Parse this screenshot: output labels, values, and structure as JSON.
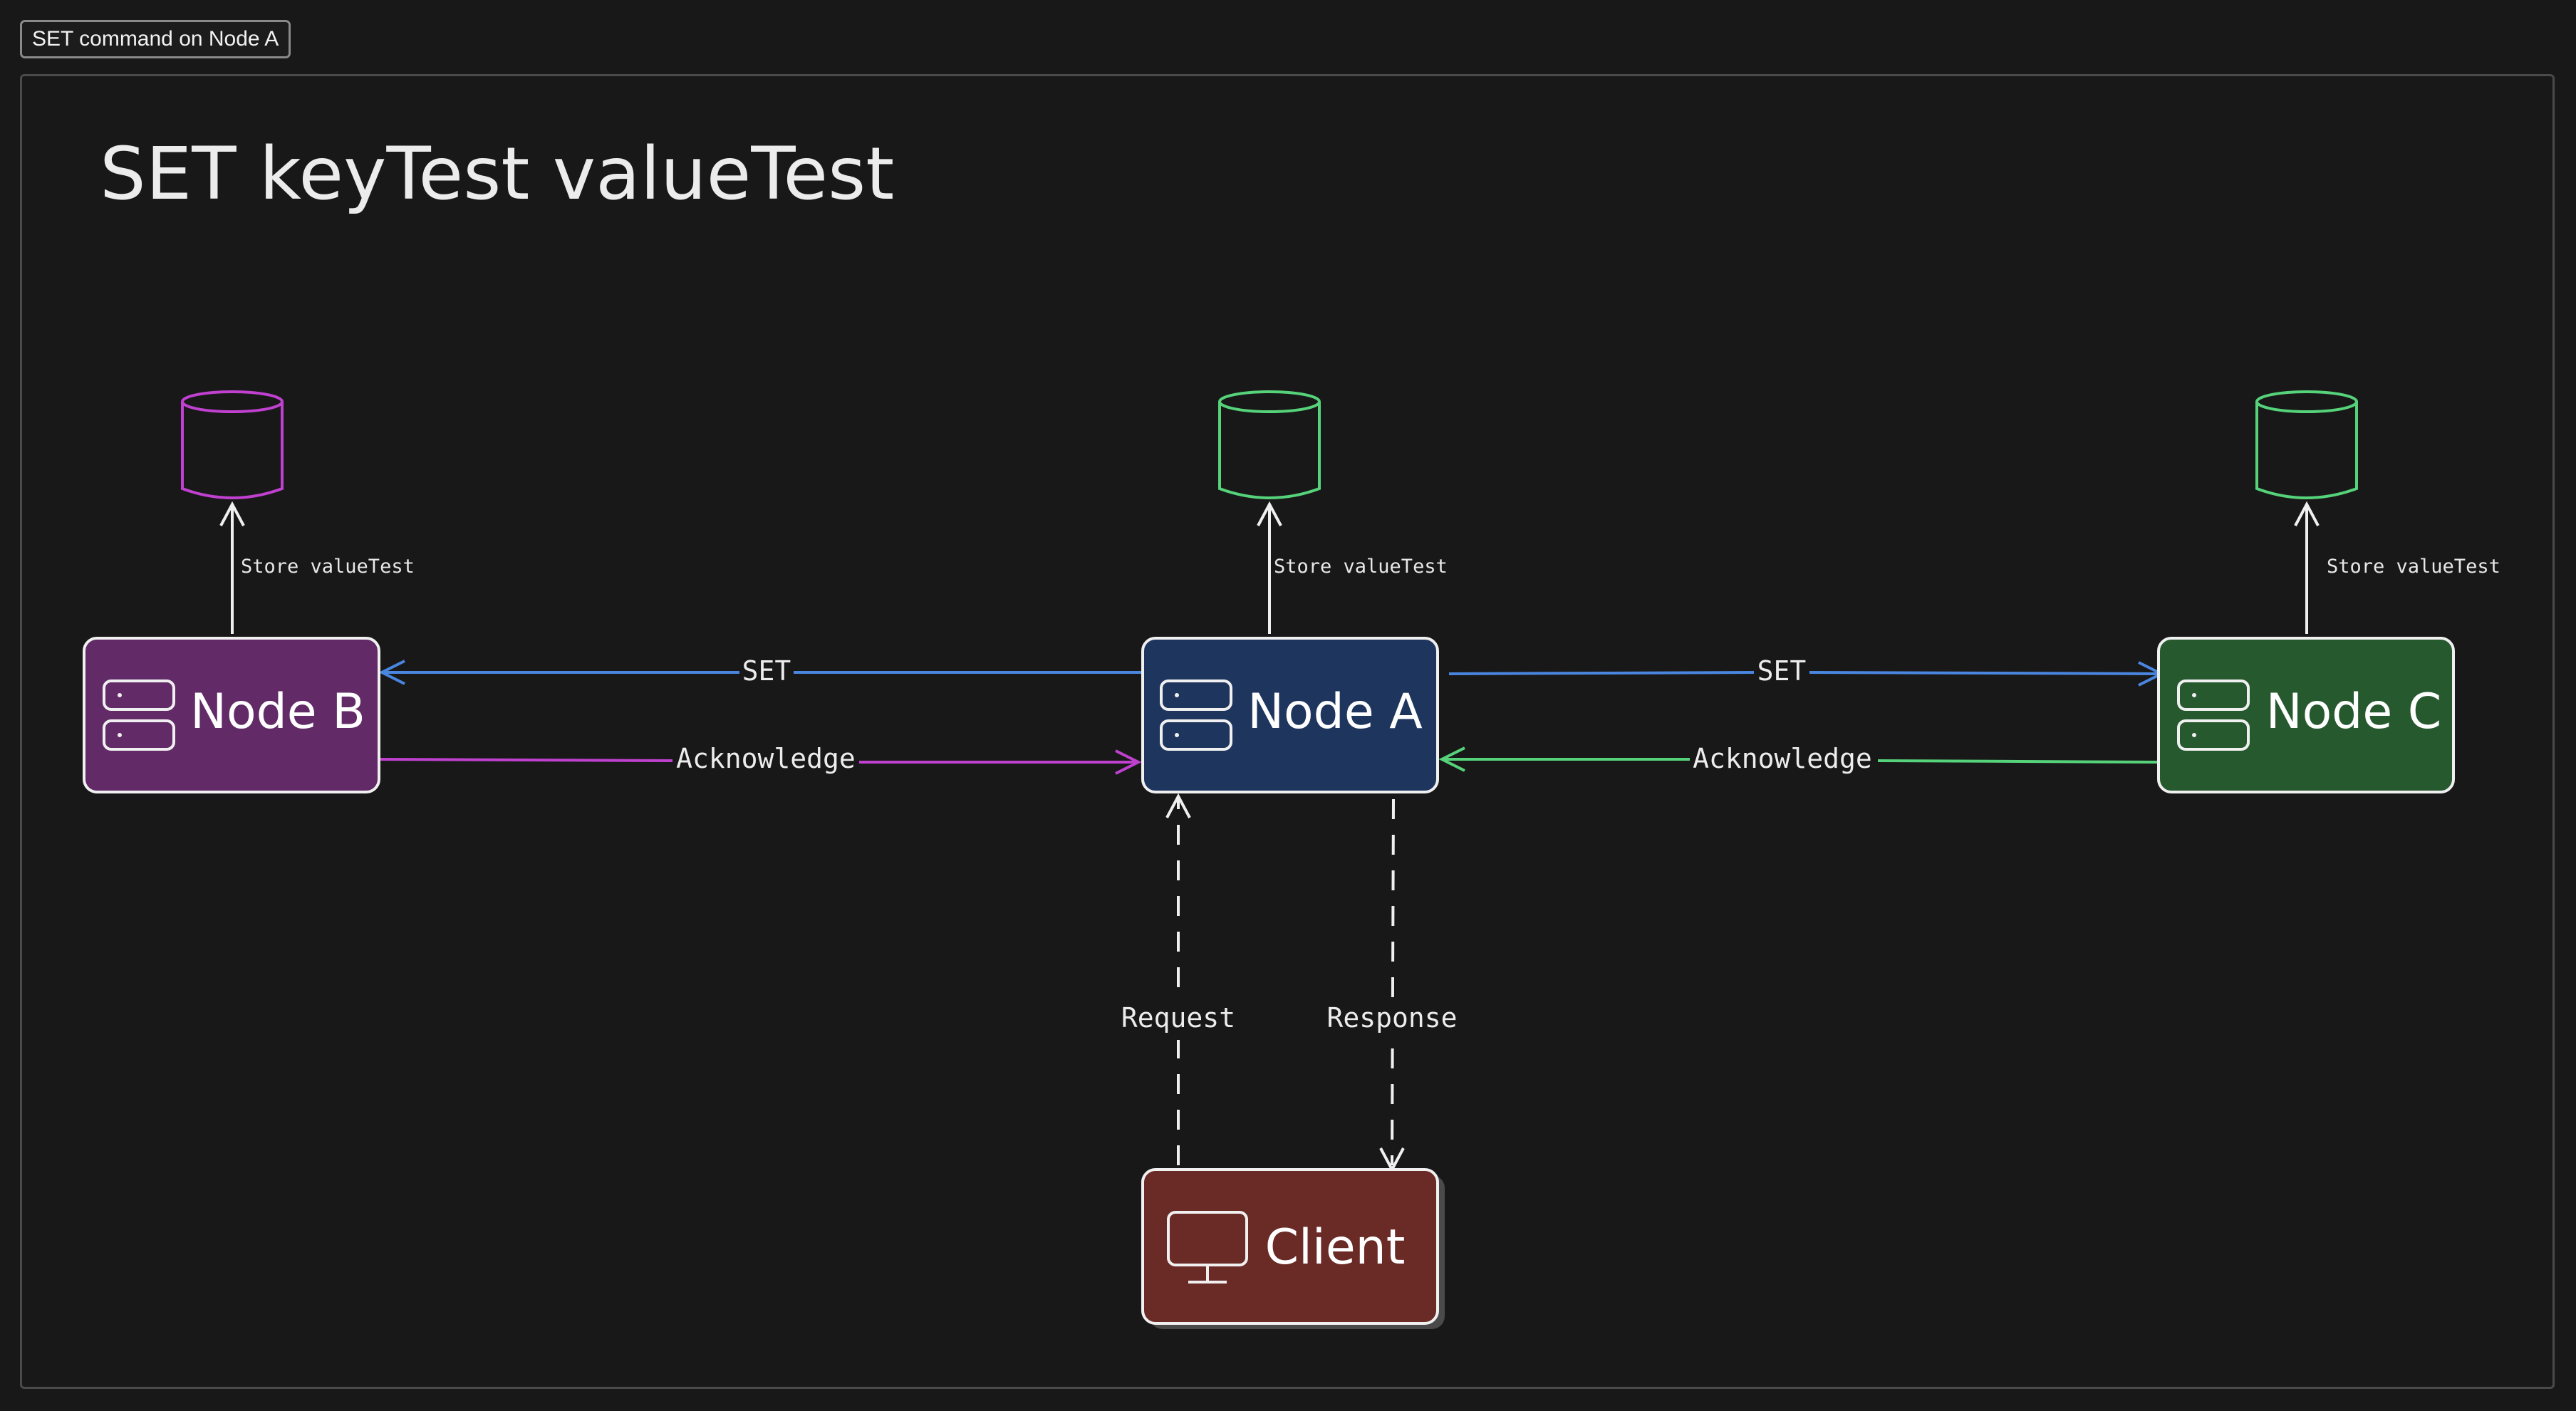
{
  "frame_label": "SET command on Node A",
  "title": "SET keyTest valueTest",
  "nodes": {
    "node_b": {
      "label": "Node B",
      "fill": "#622b68",
      "db_color": "#c040d0"
    },
    "node_a": {
      "label": "Node A",
      "fill": "#1e355e",
      "db_color": "#55d27a"
    },
    "node_c": {
      "label": "Node C",
      "fill": "#27592f",
      "db_color": "#55d27a"
    },
    "client": {
      "label": "Client",
      "fill": "#6a2a26"
    }
  },
  "edges": {
    "store_b": "Store valueTest",
    "store_a": "Store valueTest",
    "store_c": "Store valueTest",
    "set_a_to_b": "SET",
    "set_a_to_c": "SET",
    "ack_b_to_a": "Acknowledge",
    "ack_c_to_a": "Acknowledge",
    "request": "Request",
    "response": "Response"
  },
  "colors": {
    "set_edge": "#4a86e0",
    "ack_b_edge": "#c040d0",
    "ack_c_edge": "#55d27a",
    "stroke": "#f0f0f0",
    "background": "#181818"
  }
}
